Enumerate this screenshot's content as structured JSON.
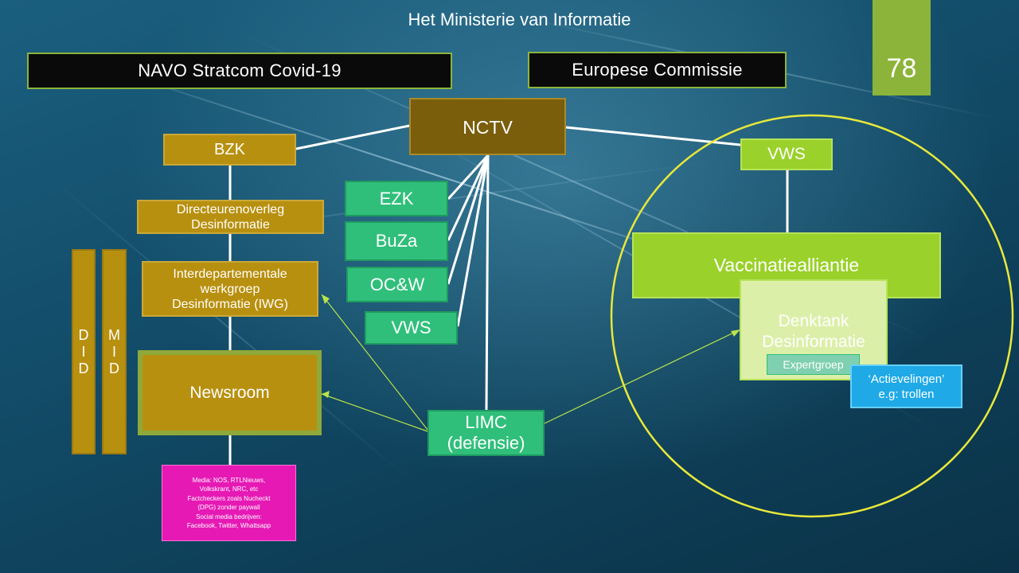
{
  "slide": {
    "title": "Het Ministerie van Informatie",
    "page_number": "78",
    "accent_color": "#8db43a"
  },
  "nodes": {
    "navo": "NAVO Stratcom Covid-19",
    "ec": "Europese Commissie",
    "nctv": "NCTV",
    "bzk": "BZK",
    "vws_top": "VWS",
    "ezk": "EZK",
    "buza": "BuZa",
    "ocw": "OC&W",
    "vws_mid": "VWS",
    "directeurenoverleg_line1": "Directeurenoverleg",
    "directeurenoverleg_line2": "Desinformatie",
    "iwg_line1": "Interdepartementale",
    "iwg_line2": "werkgroep",
    "iwg_line3": "Desinformatie (IWG)",
    "did": [
      "D",
      "I",
      "D"
    ],
    "mid": [
      "M",
      "I",
      "D"
    ],
    "newsroom": "Newsroom",
    "limc_line1": "LIMC",
    "limc_line2": "(defensie)",
    "vaccinatiealliantie": "Vaccinatiealliantie",
    "denktank_line1": "Denktank",
    "denktank_line2": "Desinformatie",
    "expertgroep": "Expertgroep",
    "actievelingen_line1": "‘Actievelingen’",
    "actievelingen_line2": "e.g: trollen",
    "media_lines": [
      "Media: NOS, RTLNieuws,",
      "Volkskrant, NRC, etc",
      "Factcheckers zoals Nucheckt",
      "(DPG) zonder paywall",
      "Social media bedrijven:",
      "Facebook, Twitter, Whattsapp"
    ]
  },
  "colors": {
    "gold": "#b8900f",
    "nctv": "#7a5e0c",
    "teal": "#2fbf7a",
    "lime": "#9ad12a",
    "light_green": "#dcefa8",
    "magenta": "#e619b5",
    "blue": "#1fa9e6",
    "circle": "#e8e83a"
  }
}
